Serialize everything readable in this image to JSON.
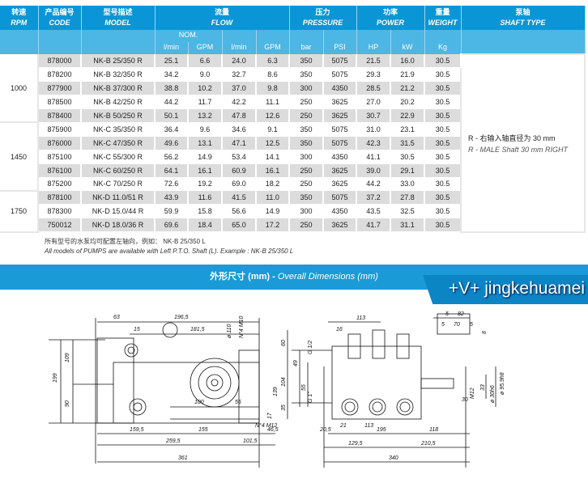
{
  "header": {
    "rpm": {
      "cn": "转速",
      "en": "RPM"
    },
    "code": {
      "cn": "产品编号",
      "en": "CODE"
    },
    "model": {
      "cn": "型号描述",
      "en": "MODEL"
    },
    "flow": {
      "cn": "流量",
      "en": "FLOW",
      "nom": "NOM.",
      "lmin": "l/min",
      "gpm": "GPM",
      "lmin2": "l/min",
      "gpm2": "GPM"
    },
    "pressure": {
      "cn": "压力",
      "en": "PRESSURE",
      "bar": "bar",
      "psi": "PSI"
    },
    "power": {
      "cn": "功率",
      "en": "POWER",
      "hp": "HP",
      "kw": "kW"
    },
    "weight": {
      "cn": "重量",
      "en": "WEIGHT",
      "kg": "Kg"
    },
    "shaft": {
      "cn": "泵轴",
      "en": "SHAFT TYPE"
    }
  },
  "groups": [
    {
      "rpm": "1000",
      "rows": [
        [
          "878000",
          "NK-B 25/350 R",
          "25.1",
          "6.6",
          "24.0",
          "6.3",
          "350",
          "5075",
          "21.5",
          "16.0",
          "30.5"
        ],
        [
          "878200",
          "NK-B 32/350 R",
          "34.2",
          "9.0",
          "32.7",
          "8.6",
          "350",
          "5075",
          "29.3",
          "21.9",
          "30.5"
        ],
        [
          "877900",
          "NK-B 37/300 R",
          "38.8",
          "10.2",
          "37.0",
          "9.8",
          "300",
          "4350",
          "28.5",
          "21.2",
          "30.5"
        ],
        [
          "878500",
          "NK-B 42/250 R",
          "44.2",
          "11.7",
          "42.2",
          "11.1",
          "250",
          "3625",
          "27.0",
          "20.2",
          "30.5"
        ],
        [
          "878400",
          "NK-B 50/250 R",
          "50.1",
          "13.2",
          "47.8",
          "12.6",
          "250",
          "3625",
          "30.7",
          "22.9",
          "30.5"
        ]
      ]
    },
    {
      "rpm": "1450",
      "rows": [
        [
          "875900",
          "NK-C 35/350 R",
          "36.4",
          "9.6",
          "34.6",
          "9.1",
          "350",
          "5075",
          "31.0",
          "23.1",
          "30.5"
        ],
        [
          "876000",
          "NK-C 47/350 R",
          "49.6",
          "13.1",
          "47.1",
          "12.5",
          "350",
          "5075",
          "42.3",
          "31.5",
          "30.5"
        ],
        [
          "875100",
          "NK-C 55/300 R",
          "56.2",
          "14.9",
          "53.4",
          "14.1",
          "300",
          "4350",
          "41.1",
          "30.5",
          "30.5"
        ],
        [
          "876100",
          "NK-C 60/250 R",
          "64.1",
          "16.1",
          "60.9",
          "16.1",
          "250",
          "3625",
          "39.0",
          "29.1",
          "30.5"
        ],
        [
          "875200",
          "NK-C 70/250 R",
          "72.6",
          "19.2",
          "69.0",
          "18.2",
          "250",
          "3625",
          "44.2",
          "33.0",
          "30.5"
        ]
      ]
    },
    {
      "rpm": "1750",
      "rows": [
        [
          "878100",
          "NK-D 11.0/51 R",
          "43.9",
          "11.6",
          "41.5",
          "11.0",
          "350",
          "5075",
          "37.2",
          "27.8",
          "30.5"
        ],
        [
          "878300",
          "NK-D 15.0/44 R",
          "59.9",
          "15.8",
          "56.6",
          "14.9",
          "300",
          "4350",
          "43.5",
          "32.5",
          "30.5"
        ],
        [
          "750012",
          "NK-D 18.0/36 R",
          "69.6",
          "18.4",
          "65.0",
          "17.2",
          "250",
          "3625",
          "41.7",
          "31.1",
          "30.5"
        ]
      ]
    }
  ],
  "shaft_note": {
    "cn": "R - 右输入轴直径为 30 mm",
    "en": "R - MALE Shaft 30 mm RIGHT"
  },
  "footnote": {
    "cn": "所有型号的水泵均可配置左轴向，例如： NK-B 25/350 L",
    "en": "All models of PUMPS are available with Left P.T.O. Shaft (L). Example : NK-B 25/350 L"
  },
  "banner": {
    "cn": "外形尺寸 (mm) -",
    "en": "Overall Dimensions (mm)"
  },
  "watermark": "+V+ jingkehuamei",
  "drawing": {
    "side": {
      "d63": "63",
      "d196": "196,5",
      "d15": "15",
      "d181": "181,5",
      "d199": "199",
      "d109": "109",
      "d90": "90",
      "d100": "100",
      "d55": "55",
      "d159": "159,5",
      "d155": "155",
      "d46": "46,5",
      "d259": "259,5",
      "d101": "101,5",
      "d361": "361",
      "d17": "17",
      "bolt": "N°4 M12",
      "bolt2": "N°4 M10",
      "dia": "ø 110"
    },
    "front": {
      "d113": "113",
      "d16": "16",
      "d5a": "5",
      "d82": "82",
      "d5b": "5",
      "d70": "70",
      "d5c": "5",
      "d8": "8",
      "d60": "60",
      "d104": "104",
      "d49": "49",
      "d55": "55",
      "d35": "35",
      "d139": "139",
      "g12": "G 1/2",
      "g1": "G 1\"",
      "d33": "33",
      "m12": "M12",
      "d30": "30",
      "d30h6": "ø 30h6",
      "d95": "ø 95.9h8",
      "d21": "21",
      "d113b": "113",
      "d20": "20,5",
      "d195": "195",
      "d118": "118",
      "d129": "129,5",
      "d210": "210,5",
      "d340": "340"
    }
  }
}
